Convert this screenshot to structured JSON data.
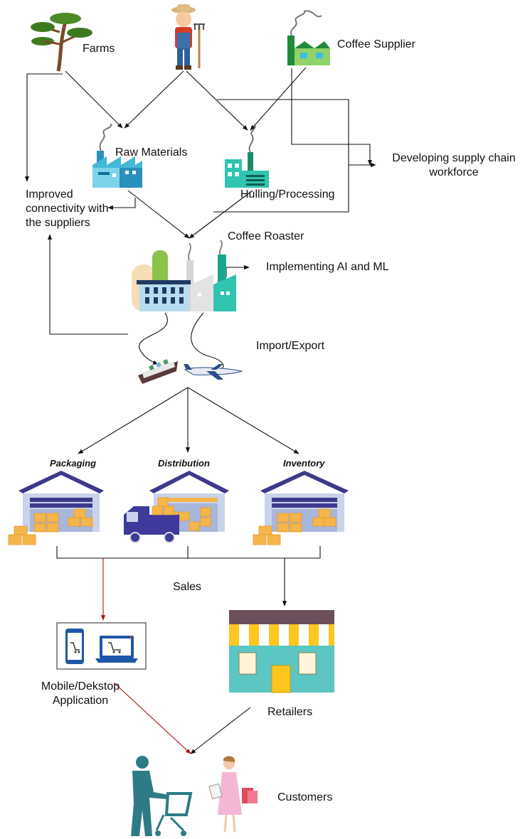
{
  "labels": {
    "farms": "Farms",
    "coffee_supplier": "Coffee Supplier",
    "raw_materials": "Raw Materials",
    "hulling": "Hulling/Processing",
    "developing_line1": "Developing supply chain",
    "developing_line2": "workforce",
    "improved_line1": "Improved",
    "improved_line2": "connectivity with",
    "improved_line3": "the suppliers",
    "coffee_roaster": "Coffee Roaster",
    "ai_ml": "Implementing AI and ML",
    "import_export": "Import/Export",
    "packaging": "Packaging",
    "distribution": "Distribution",
    "inventory": "Inventory",
    "sales": "Sales",
    "app_line1": "Mobile/Dekstop",
    "app_line2": "Application",
    "retailers": "Retailers",
    "customers": "Customers"
  },
  "colors": {
    "arrow": "#111111",
    "sales_arrow": "#b01010",
    "warehouse_roof": "#3d3a8c",
    "warehouse_wall": "#c9d3ea",
    "box": "#f5b54a",
    "factory_teal": "#31c4b0",
    "factory_blue": "#46b8d8",
    "shop_wall": "#5cc6c3",
    "shop_awning": "#ffc61f",
    "customer_teal": "#2e7b86",
    "customer_pink": "#f3b6d4"
  },
  "icons": [
    "tree-icon",
    "farmer-icon",
    "supplier-factory-icon",
    "raw-materials-factory-icon",
    "processing-factory-icon",
    "roaster-factory-icon",
    "ship-icon",
    "airplane-icon",
    "warehouse-icon",
    "truck-icon",
    "phone-icon",
    "laptop-icon",
    "retail-store-icon",
    "customer-man-icon",
    "customer-woman-icon"
  ]
}
